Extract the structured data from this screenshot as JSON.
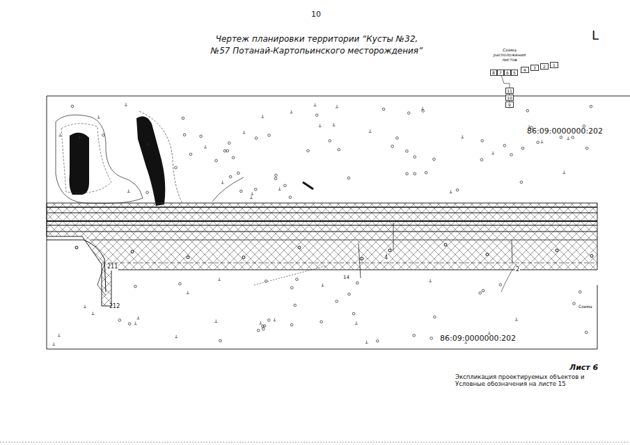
{
  "diagram": {
    "title": "Чертеж планировки территории “Кусты №32, №57 Потанай-Картопьинского месторождения”",
    "nodes": [
      {
        "text": [
          "8"
        ]
      },
      {
        "text": [
          "7"
        ]
      },
      {
        "text": [
          "6"
        ]
      },
      {
        "text": [
          "5"
        ]
      },
      {
        "text": [
          "4"
        ]
      },
      {
        "text": [
          "3"
        ]
      },
      {
        "text": [
          "2"
        ]
      },
      {
        "text": [
          "1"
        ]
      },
      {
        "text": [
          "11"
        ]
      },
      {
        "text": [
          "10"
        ]
      },
      {
        "text": [
          "9"
        ]
      }
    ],
    "labels": [
      "10",
      "L",
      "Схема расположения листов",
      "86:09:0000000:202",
      "86:09:0000000:202",
      "211",
      "212",
      "4",
      "2",
      "14",
      "Лист 6",
      "Экспликация проектируемых объектов и Условные обозначения на листе 15",
      "Схема"
    ]
  }
}
